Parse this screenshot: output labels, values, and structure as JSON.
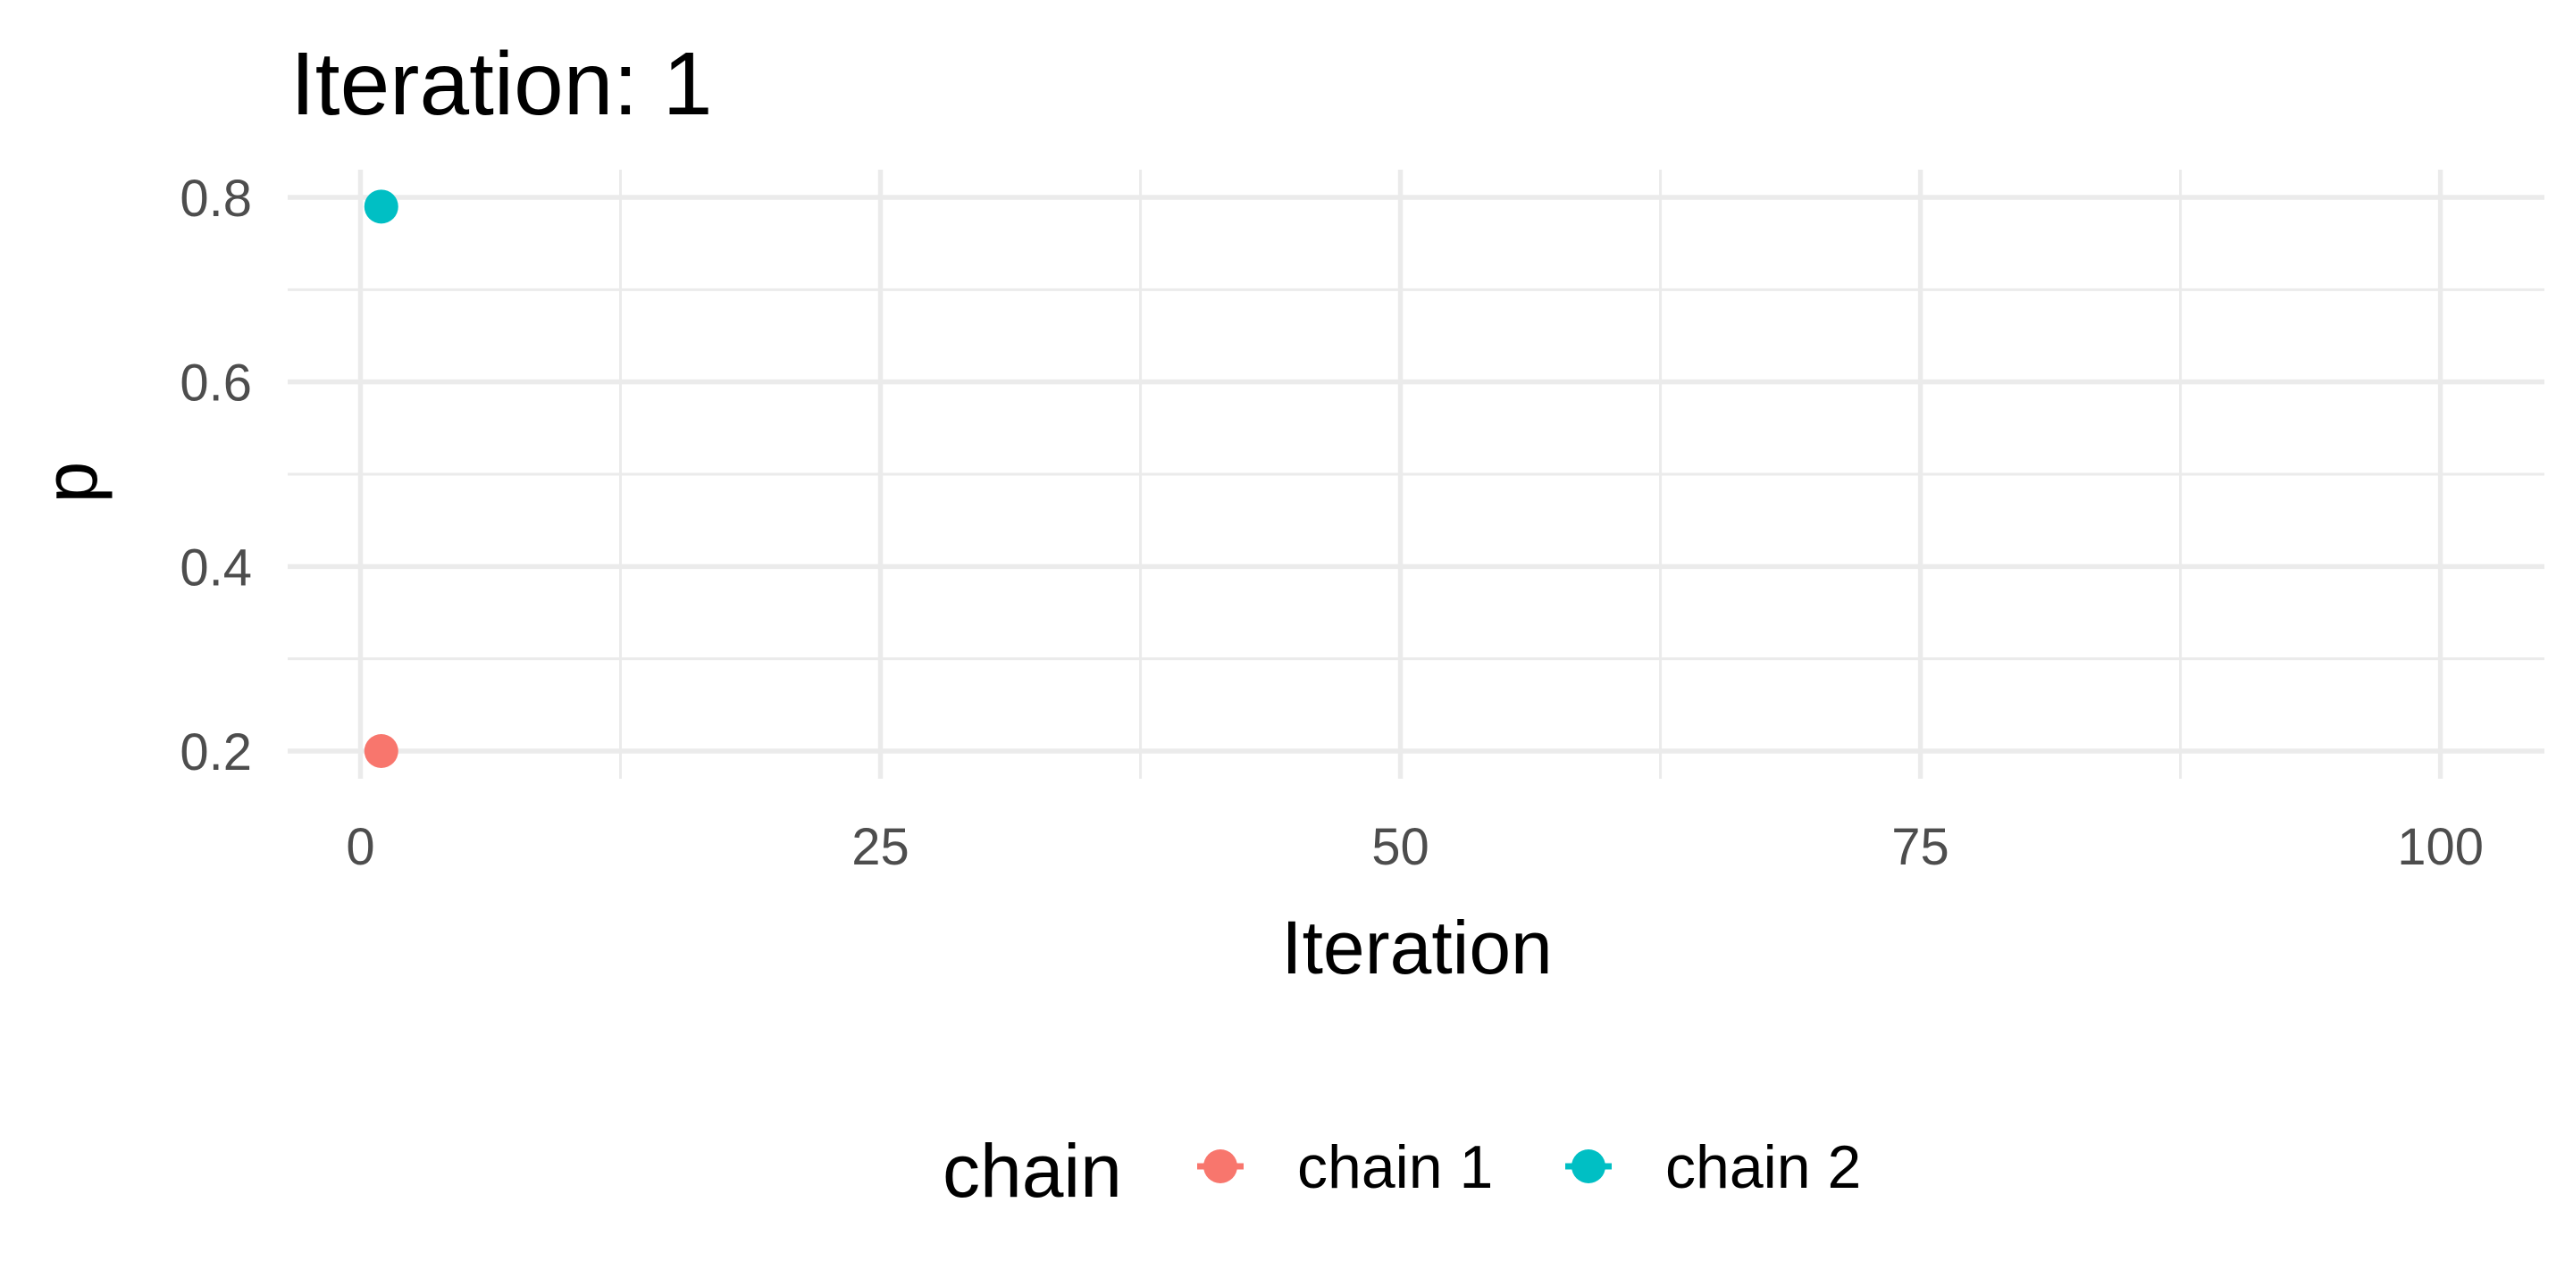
{
  "chart_data": {
    "type": "scatter",
    "title": "Iteration: 1",
    "xlabel": "Iteration",
    "ylabel": "p",
    "xlim": [
      -3.5,
      105
    ],
    "ylim": [
      0.17,
      0.83
    ],
    "x_ticks": [
      0,
      25,
      50,
      75,
      100
    ],
    "x_tick_labels": [
      "0",
      "25",
      "50",
      "75",
      "100"
    ],
    "x_minor": [
      12.5,
      37.5,
      62.5,
      87.5
    ],
    "y_ticks": [
      0.2,
      0.4,
      0.6,
      0.8
    ],
    "y_tick_labels": [
      "0.2",
      "0.4",
      "0.6",
      "0.8"
    ],
    "y_minor": [
      0.3,
      0.5,
      0.7
    ],
    "grid": true,
    "legend": {
      "title": "chain",
      "position": "bottom"
    },
    "series": [
      {
        "name": "chain 1",
        "color": "#F8766D",
        "points": [
          {
            "x": 1,
            "y": 0.2
          }
        ]
      },
      {
        "name": "chain 2",
        "color": "#00BFC4",
        "points": [
          {
            "x": 1,
            "y": 0.79
          }
        ]
      }
    ]
  }
}
